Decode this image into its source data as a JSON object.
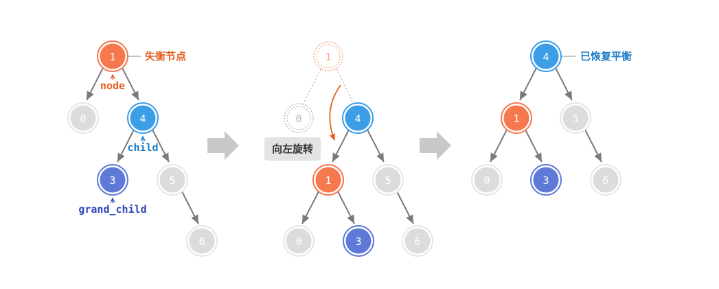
{
  "colors": {
    "orange": "#F6784E",
    "orange_text": "#E35F22",
    "blue": "#3B9EE6",
    "blue_text": "#1A7BC8",
    "purple": "#5E79D8",
    "purple_text": "#2E45B8",
    "gray_fill": "#DCDCDC",
    "gray_ring": "#E6E6E6",
    "edge": "#7A7A7A",
    "arrow_fill": "#C8C8C8",
    "badge_bg": "#E3E3E3",
    "badge_text": "#333333"
  },
  "panels": {
    "before": {
      "nodes": {
        "n1": "1",
        "n0": "0",
        "n4": "4",
        "n3": "3",
        "n5": "5",
        "n6": "6"
      },
      "labels": {
        "unbalanced": "失衡节点",
        "node": "node",
        "child": "child",
        "grand_child": "grand_child"
      }
    },
    "rotating": {
      "nodes": {
        "ghost1": "1",
        "ghost0": "0",
        "n4": "4",
        "n1": "1",
        "n5": "5",
        "n0": "0",
        "n3": "3",
        "n6": "6"
      },
      "labels": {
        "rotate": "向左旋转"
      }
    },
    "after": {
      "nodes": {
        "n4": "4",
        "n1": "1",
        "n5": "5",
        "n0": "0",
        "n3": "3",
        "n6": "6"
      },
      "labels": {
        "balanced": "已恢复平衡"
      }
    }
  }
}
